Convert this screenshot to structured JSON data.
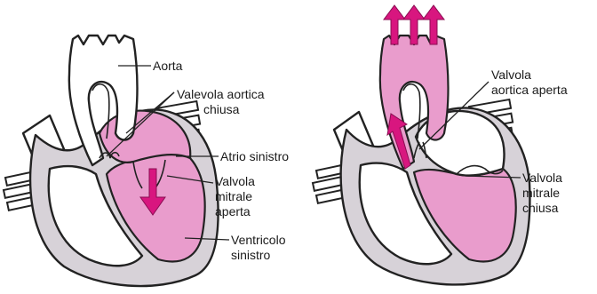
{
  "colors": {
    "blood_chamber": "#e99ccc",
    "flow_arrow": "#d8167f",
    "heart_wall": "#d7d2d8",
    "outline": "#222222"
  },
  "left_heart": {
    "state": "diastole",
    "labels": {
      "aorta": "Aorta",
      "aortic_valve_line1": "Valevola aortica",
      "aortic_valve_line2": "chiusa",
      "left_atrium": "Atrio sinistro",
      "mitral_valve_line1": "Valvola",
      "mitral_valve_line2": "mitrale",
      "mitral_valve_line3": "aperta",
      "left_ventricle_line1": "Ventricolo",
      "left_ventricle_line2": "sinistro"
    }
  },
  "right_heart": {
    "state": "systole",
    "labels": {
      "aortic_valve_line1": "Valvola",
      "aortic_valve_line2": "aortica aperta",
      "mitral_valve_line1": "Valvola",
      "mitral_valve_line2": "mitrale",
      "mitral_valve_line3": "chiusa"
    }
  }
}
